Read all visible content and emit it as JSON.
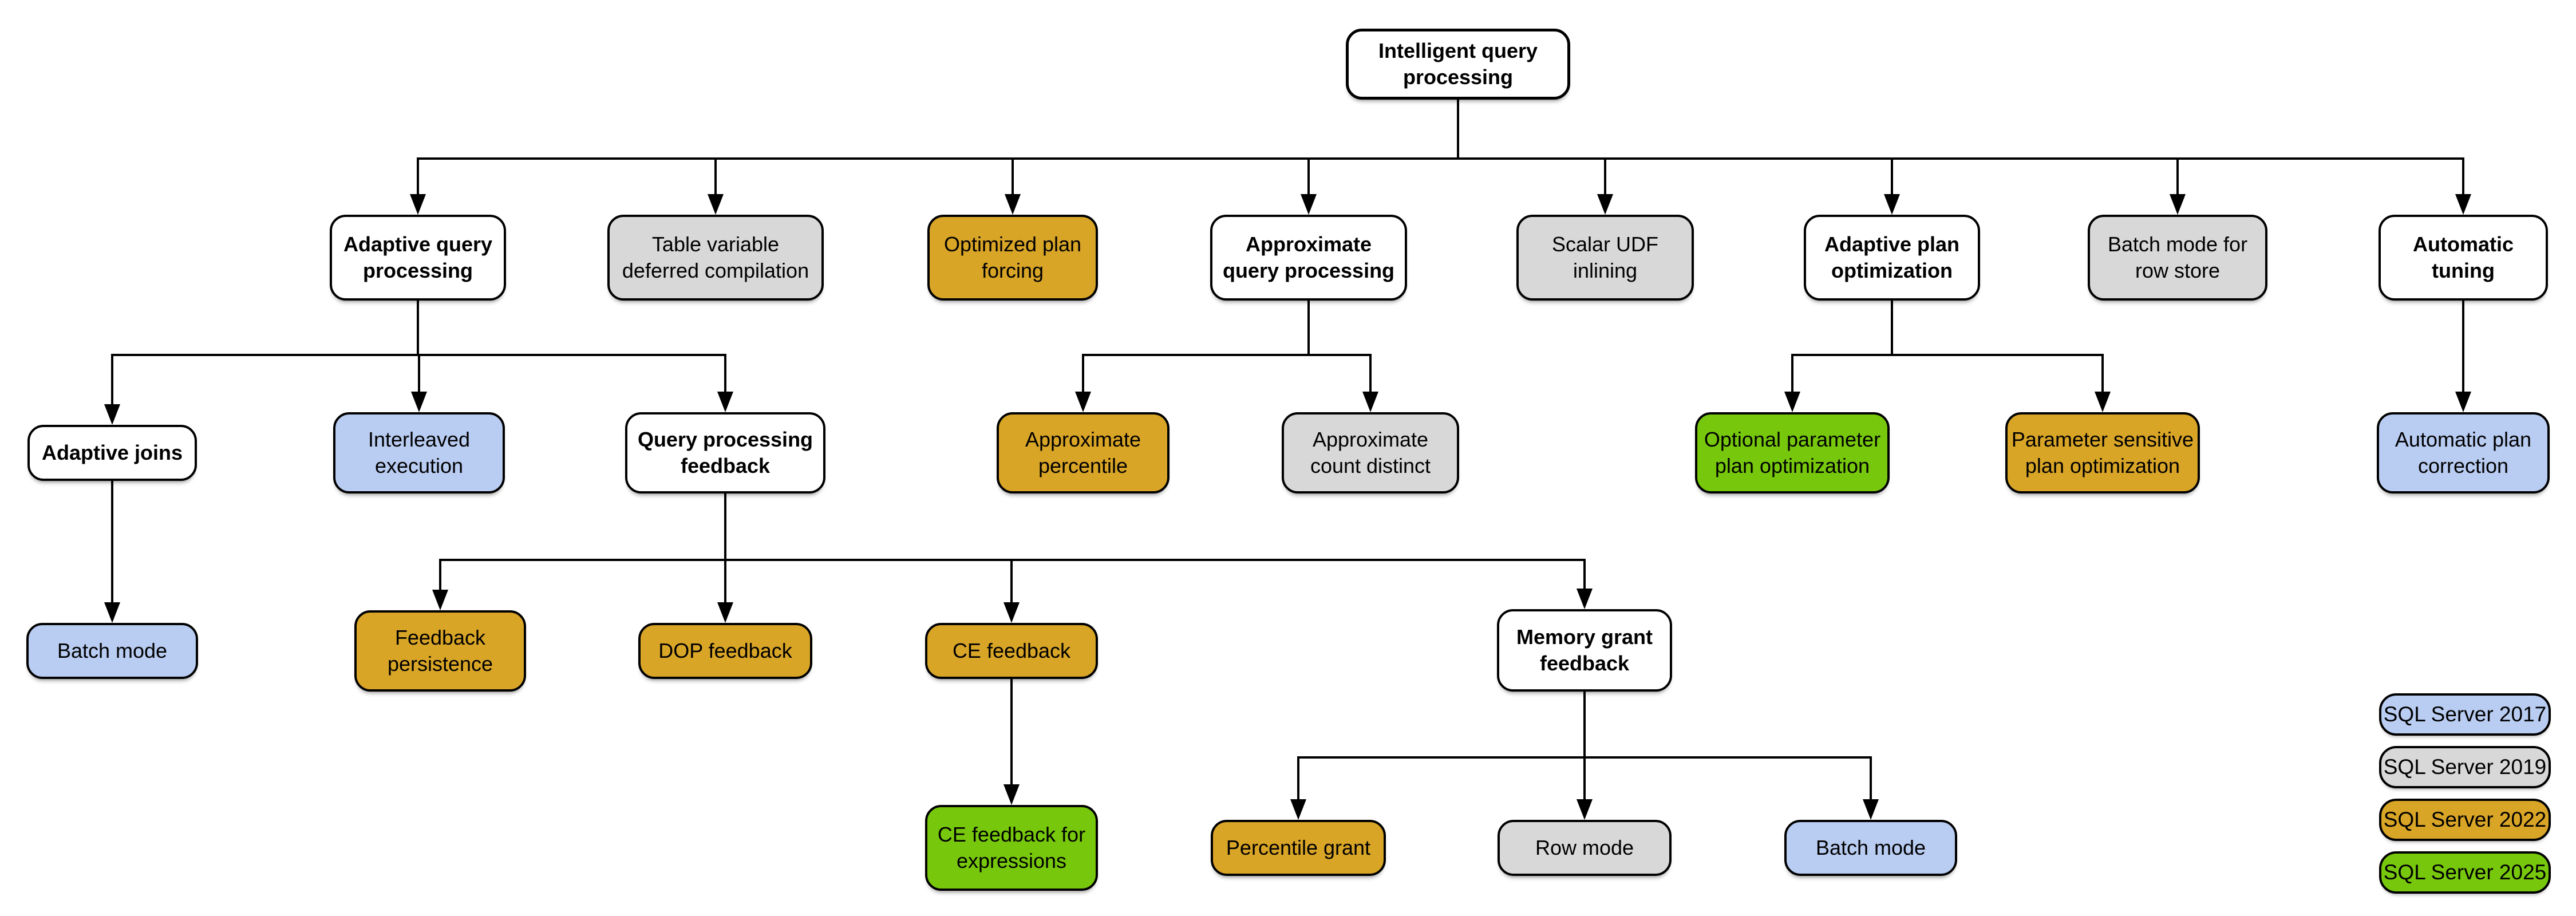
{
  "diagram": {
    "title": "Intelligent query processing",
    "colors": {
      "white": "#ffffff",
      "2017": "#b9ccf2",
      "2019": "#d8d8d8",
      "2022": "#d9a527",
      "2025": "#77c80d"
    },
    "nodes": [
      {
        "id": "root",
        "label": "Intelligent query\nprocessing",
        "version": "white"
      },
      {
        "id": "aqp",
        "label": "Adaptive query\nprocessing",
        "version": "white"
      },
      {
        "id": "tvdc",
        "label": "Table variable\ndeferred compilation",
        "version": "2019"
      },
      {
        "id": "opf",
        "label": "Optimized plan\nforcing",
        "version": "2022"
      },
      {
        "id": "apq",
        "label": "Approximate\nquery processing",
        "version": "white"
      },
      {
        "id": "sui",
        "label": "Scalar UDF\ninlining",
        "version": "2019"
      },
      {
        "id": "apo",
        "label": "Adaptive plan\noptimization",
        "version": "white"
      },
      {
        "id": "bmrs",
        "label": "Batch mode for\nrow store",
        "version": "2019"
      },
      {
        "id": "at",
        "label": "Automatic\ntuning",
        "version": "white"
      },
      {
        "id": "aj",
        "label": "Adaptive joins",
        "version": "white"
      },
      {
        "id": "ie",
        "label": "Interleaved\nexecution",
        "version": "2017"
      },
      {
        "id": "qpf",
        "label": "Query processing\nfeedback",
        "version": "white"
      },
      {
        "id": "ap",
        "label": "Approximate\npercentile",
        "version": "2022"
      },
      {
        "id": "acd",
        "label": "Approximate\ncount distinct",
        "version": "2019"
      },
      {
        "id": "oppo",
        "label": "Optional parameter\nplan optimization",
        "version": "2025"
      },
      {
        "id": "pspo",
        "label": "Parameter sensitive\nplan optimization",
        "version": "2022"
      },
      {
        "id": "apc",
        "label": "Automatic plan\ncorrection",
        "version": "2017"
      },
      {
        "id": "bm1",
        "label": "Batch mode",
        "version": "2017"
      },
      {
        "id": "fp",
        "label": "Feedback\npersistence",
        "version": "2022"
      },
      {
        "id": "dop",
        "label": "DOP feedback",
        "version": "2022"
      },
      {
        "id": "cef",
        "label": "CE feedback",
        "version": "2022"
      },
      {
        "id": "mgf",
        "label": "Memory grant\nfeedback",
        "version": "white"
      },
      {
        "id": "cefe",
        "label": "CE feedback for\nexpressions",
        "version": "2025"
      },
      {
        "id": "pg",
        "label": "Percentile grant",
        "version": "2022"
      },
      {
        "id": "rm",
        "label": "Row mode",
        "version": "2019"
      },
      {
        "id": "bm2",
        "label": "Batch mode",
        "version": "2017"
      }
    ],
    "edges": [
      {
        "from": "root",
        "to": [
          "aqp",
          "tvdc",
          "opf",
          "apq",
          "sui",
          "apo",
          "bmrs",
          "at"
        ]
      },
      {
        "from": "aqp",
        "to": [
          "aj",
          "ie",
          "qpf"
        ]
      },
      {
        "from": "apq",
        "to": [
          "ap",
          "acd"
        ]
      },
      {
        "from": "apo",
        "to": [
          "oppo",
          "pspo"
        ]
      },
      {
        "from": "at",
        "to": [
          "apc"
        ]
      },
      {
        "from": "aj",
        "to": [
          "bm1"
        ]
      },
      {
        "from": "qpf",
        "to": [
          "fp",
          "dop",
          "cef",
          "mgf"
        ]
      },
      {
        "from": "cef",
        "to": [
          "cefe"
        ]
      },
      {
        "from": "mgf",
        "to": [
          "pg",
          "rm",
          "bm2"
        ]
      }
    ],
    "legend": [
      {
        "label": "SQL Server 2017",
        "version": "2017"
      },
      {
        "label": "SQL Server 2019",
        "version": "2019"
      },
      {
        "label": "SQL Server 2022",
        "version": "2022"
      },
      {
        "label": "SQL Server 2025",
        "version": "2025"
      }
    ]
  }
}
